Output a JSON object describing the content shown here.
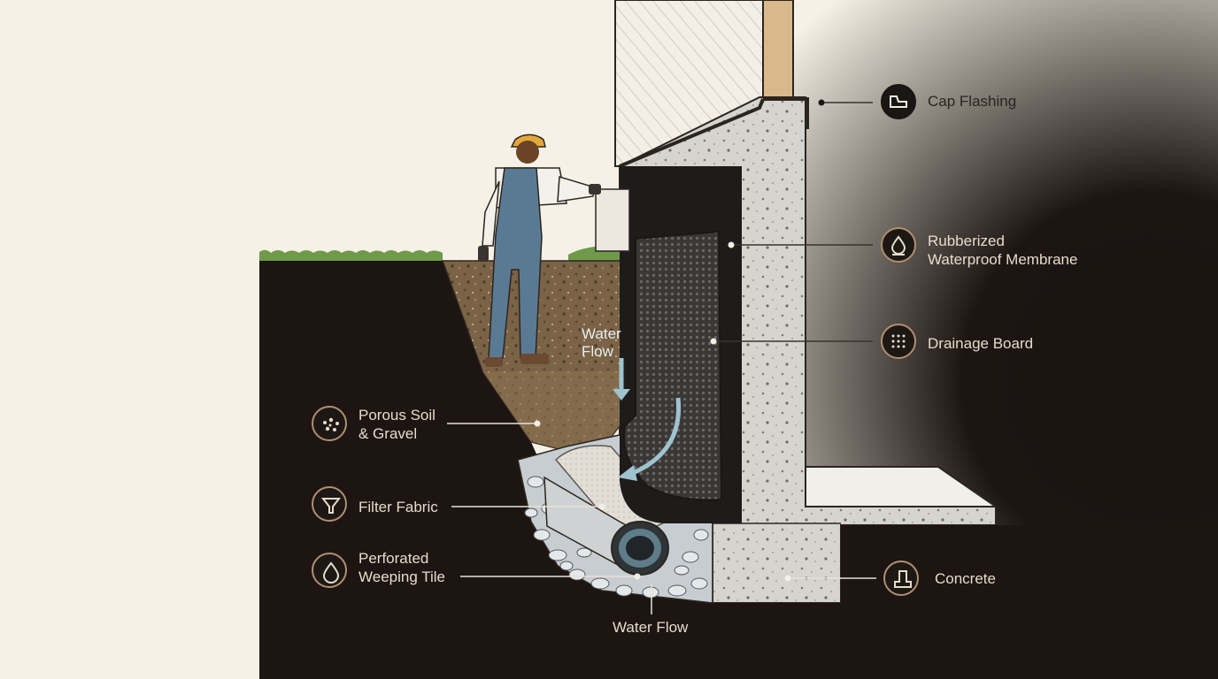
{
  "labels": {
    "cap_flashing": "Cap Flashing",
    "membrane_line1": "Rubberized",
    "membrane_line2": "Waterproof Membrane",
    "drainage_board": "Drainage Board",
    "porous_line1": "Porous Soil",
    "porous_line2": "& Gravel",
    "filter_fabric": "Filter Fabric",
    "tile_line1": "Perforated",
    "tile_line2": "Weeping Tile",
    "water_flow_top_line1": "Water",
    "water_flow_top_line2": "Flow",
    "water_flow_bottom": "Water Flow",
    "concrete": "Concrete"
  },
  "icons": {
    "cap_flashing": "cap-flashing-icon",
    "membrane": "water-drop-icon",
    "drainage_board": "dotted-grid-icon",
    "porous_soil": "gravel-icon",
    "filter_fabric": "funnel-icon",
    "weeping_tile": "water-drop-icon",
    "concrete": "footing-icon"
  },
  "colors": {
    "background": "#f6f1e6",
    "soil": "#1d1512",
    "concrete": "#d4d2cc",
    "membrane": "#2c2a29",
    "water": "#9fc3cf",
    "accent_ring": "#b08f70",
    "grass": "#6e9a4a"
  }
}
